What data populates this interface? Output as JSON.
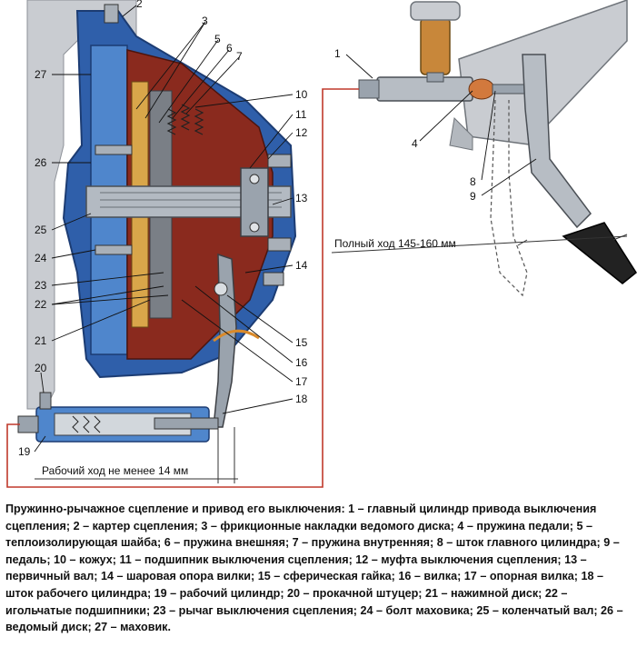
{
  "callouts": {
    "n1": "1",
    "n2": "2",
    "n3": "3",
    "n4": "4",
    "n5": "5",
    "n6": "6",
    "n7": "7",
    "n8": "8",
    "n9": "9",
    "n10": "10",
    "n11": "11",
    "n12": "12",
    "n13": "13",
    "n14": "14",
    "n15": "15",
    "n16": "16",
    "n17": "17",
    "n18": "18",
    "n19": "19",
    "n20": "20",
    "n21": "21",
    "n22": "22",
    "n23": "23",
    "n24": "24",
    "n25": "25",
    "n26": "26",
    "n27": "27"
  },
  "dimensions": {
    "pedal_travel": "Полный ход 145-160 мм",
    "cylinder_travel": "Рабочий ход не менее 14 мм"
  },
  "caption": "Пружинно-рычажное сцепление и привод его выключения: 1 – главный цилиндр привода выключения сцепления; 2 – картер сцепления; 3 – фрикционные накладки ведомого диска; 4 – пружина педали; 5 – теплоизолирующая шайба; 6 – пружина внешняя; 7 – пружина внутренняя; 8 – шток главного цилиндра; 9 – педаль; 10 – кожух; 11 – подшипник выключения сцепления; 12 – муфта выключения сцепления; 13 – первичный вал; 14 – шаровая опора вилки; 15 – сферическая гайка; 16 – вилка; 17 – опорная вилка; 18 – шток рабочего цилиндра; 19 – рабочий цилиндр; 20 – прокачной штуцер; 21 – нажимной диск; 22 – игольчатые подшипники; 23 – рычаг выключения сцепления; 24 – болт маховика; 25 – коленчатый вал; 26 – ведомый диск; 27 – маховик.",
  "colors": {
    "housing_blue": "#2f5faa",
    "cover_red": "#8a2a1e",
    "steel": "#9aa3ad",
    "bronze": "#c8873a",
    "hydraulic_line": "#c0392b"
  }
}
